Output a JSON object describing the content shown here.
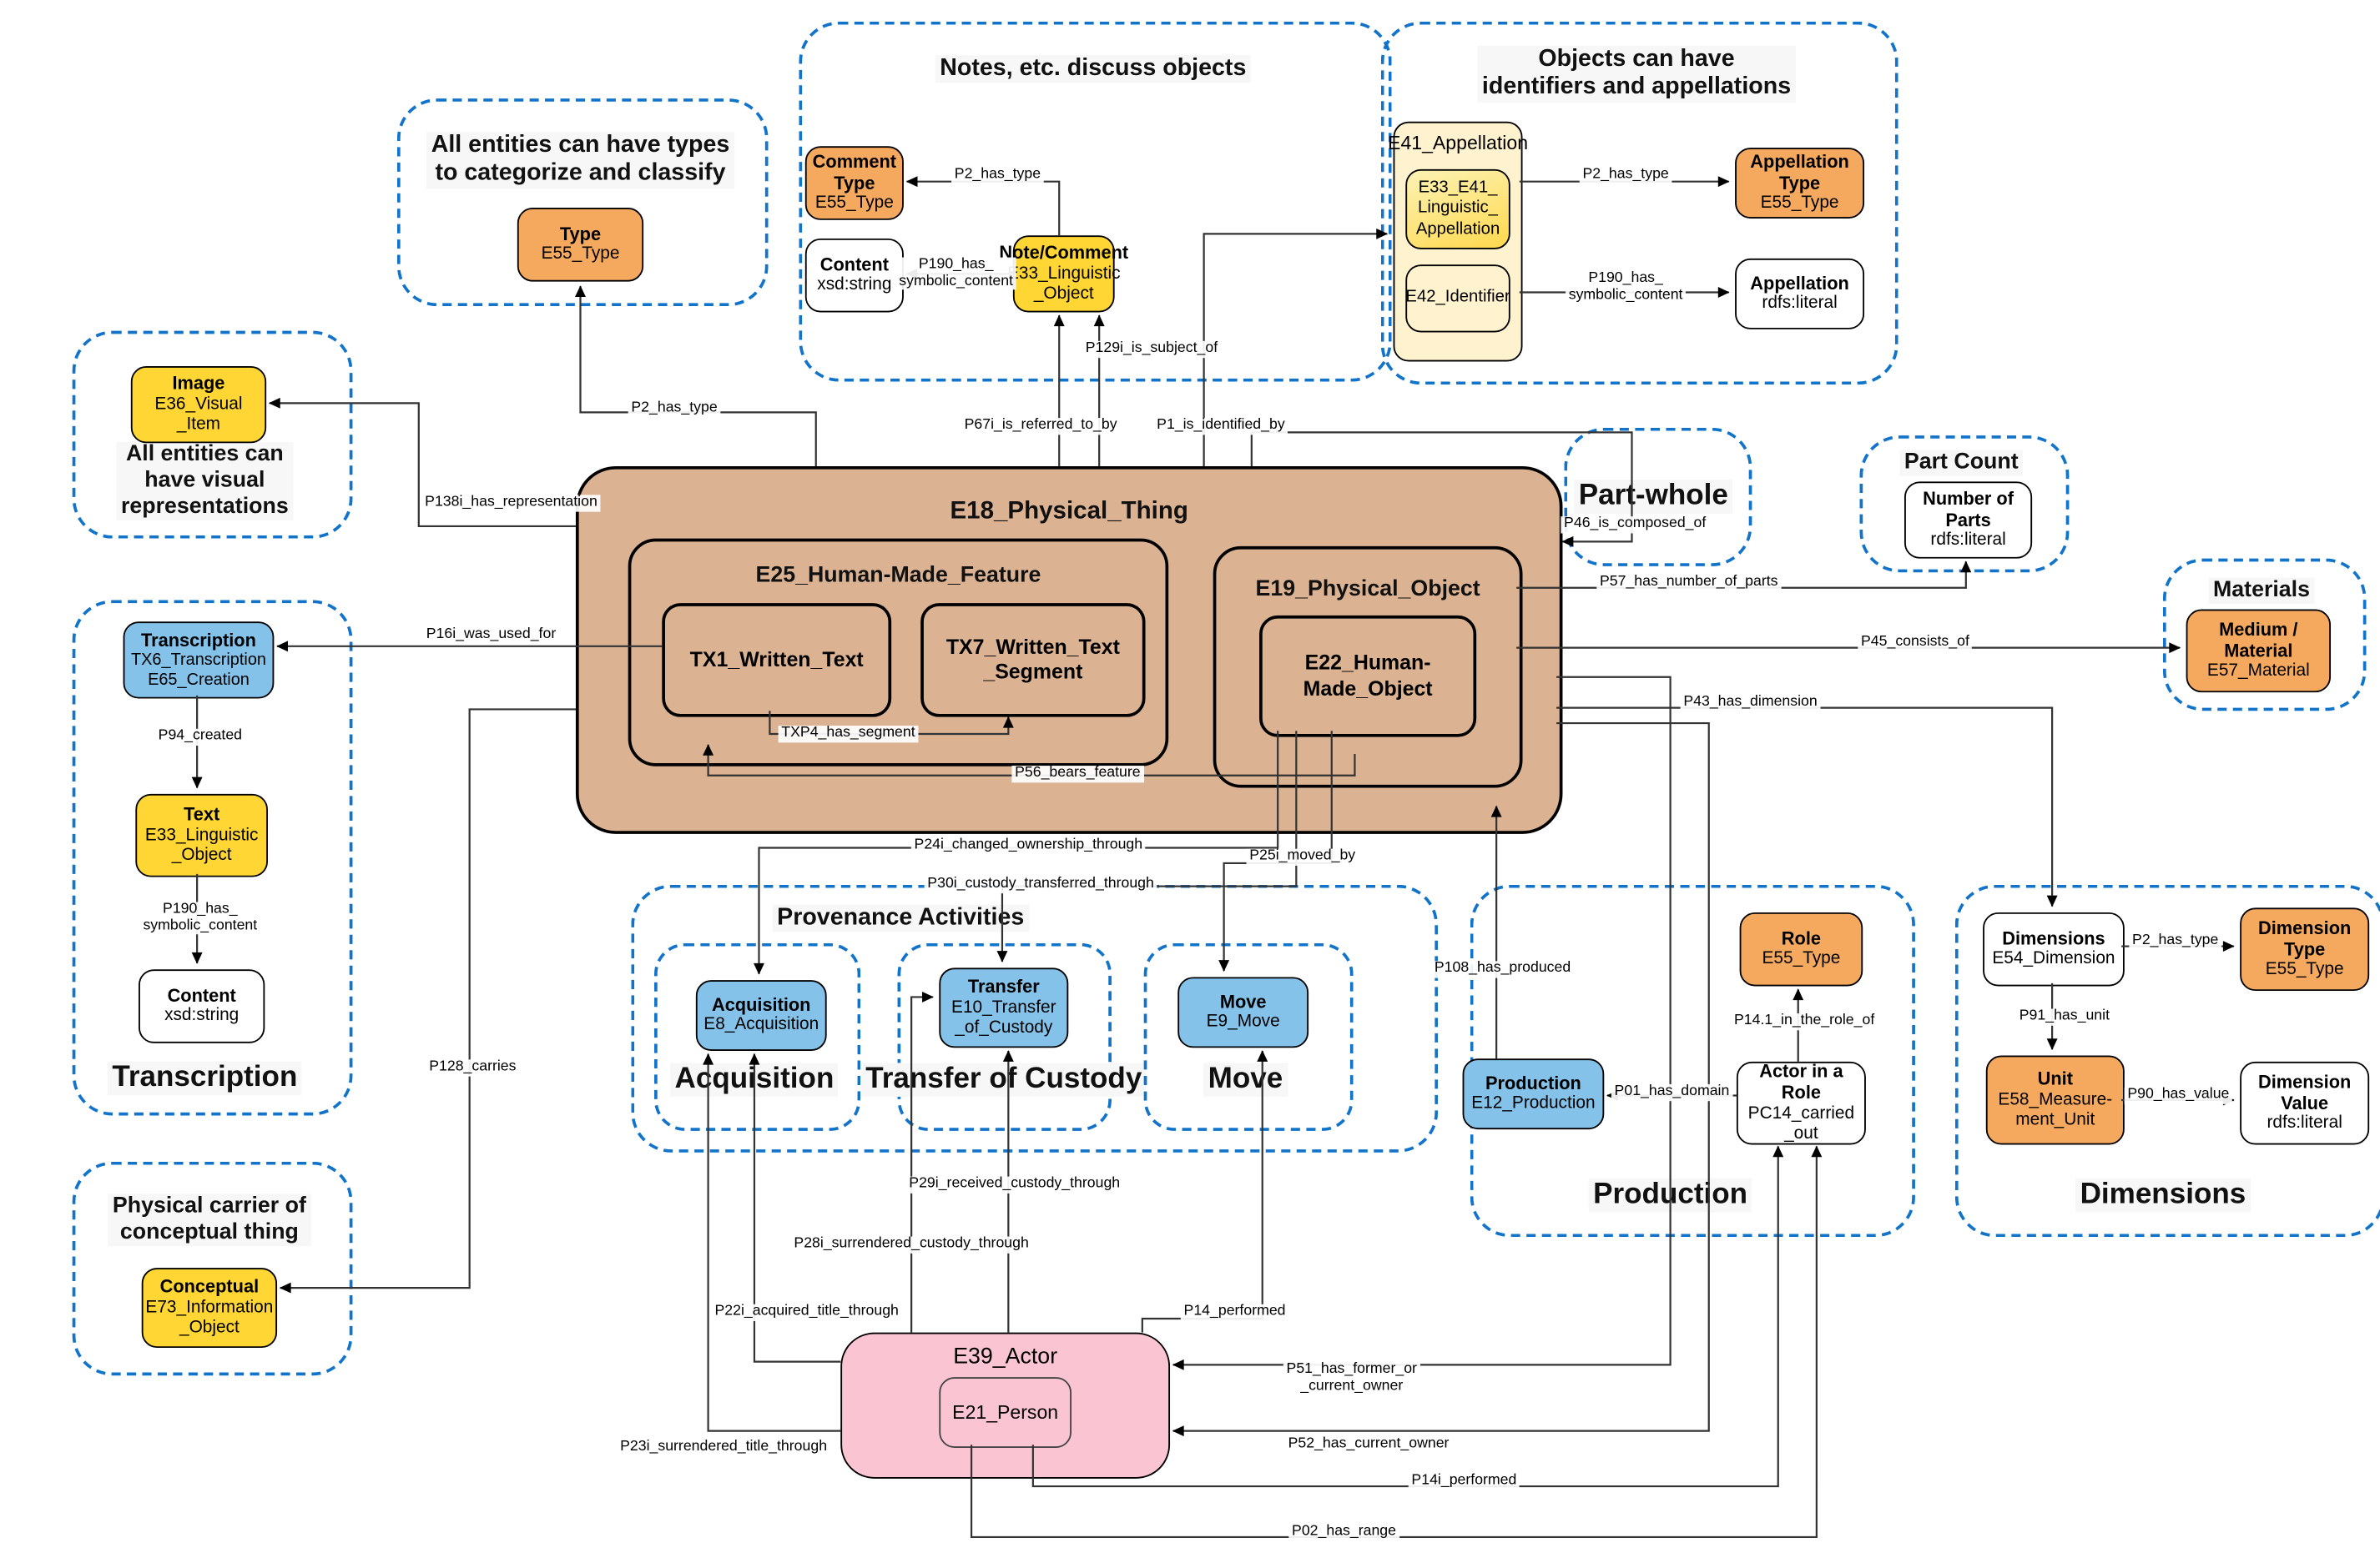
{
  "regions": {
    "types": {
      "title": "All entities can have types\nto categorize and classify"
    },
    "notes": {
      "title": "Notes, etc. discuss objects"
    },
    "identifiers": {
      "title": "Objects can have\nidentifiers and appellations"
    },
    "visual": {
      "title": "All entities can\nhave visual\nrepresentations"
    },
    "transcription": {
      "title": "Transcription"
    },
    "carrier": {
      "title": "Physical carrier of\nconceptual thing"
    },
    "provenance": {
      "title": "Provenance Activities"
    },
    "acquisition": {
      "title": "Acquisition"
    },
    "custody": {
      "title": "Transfer of Custody"
    },
    "move": {
      "title": "Move"
    },
    "production": {
      "title": "Production"
    },
    "dimensions": {
      "title": "Dimensions"
    },
    "partwhole": {
      "title": "Part-whole"
    },
    "partcount": {
      "title": "Part Count"
    },
    "materials": {
      "title": "Materials"
    }
  },
  "nodes": {
    "type": {
      "title": "Type",
      "sub": "E55_Type"
    },
    "comment_type": {
      "title": "Comment Type",
      "sub": "E55_Type"
    },
    "content_notes": {
      "title": "Content",
      "sub": "xsd:string"
    },
    "note": {
      "title": "Note/Comment",
      "sub": "E33_Linguistic\n_Object"
    },
    "e41": {
      "title": "E41_Appellation"
    },
    "e33e41": {
      "title": "E33_E41_\nLinguistic_\nAppellation"
    },
    "e42": {
      "title": "E42_Identifier"
    },
    "app_type": {
      "title": "Appellation\nType",
      "sub": "E55_Type"
    },
    "appellation": {
      "title": "Appellation",
      "sub": "rdfs:literal"
    },
    "image": {
      "title": "Image",
      "sub": "E36_Visual\n_Item"
    },
    "transcription": {
      "title": "Transcription",
      "sub": "TX6_Transcription\nE65_Creation"
    },
    "text": {
      "title": "Text",
      "sub": "E33_Linguistic\n_Object"
    },
    "content_left": {
      "title": "Content",
      "sub": "xsd:string"
    },
    "conceptual": {
      "title": "Conceptual",
      "sub": "E73_Information\n_Object"
    },
    "e18": {
      "title": "E18_Physical_Thing"
    },
    "e25": {
      "title": "E25_Human-Made_Feature"
    },
    "tx1": {
      "title": "TX1_Written_Text"
    },
    "tx7": {
      "title": "TX7_Written_Text\n_Segment"
    },
    "e19": {
      "title": "E19_Physical_Object"
    },
    "e22": {
      "title": "E22_Human-\nMade_Object"
    },
    "acquisition": {
      "title": "Acquisition",
      "sub": "E8_Acquisition"
    },
    "transfer": {
      "title": "Transfer",
      "sub": "E10_Transfer\n_of_Custody"
    },
    "move": {
      "title": "Move",
      "sub": "E9_Move"
    },
    "role": {
      "title": "Role",
      "sub": "E55_Type"
    },
    "production": {
      "title": "Production",
      "sub": "E12_Production"
    },
    "pc14": {
      "title": "Actor in a Role",
      "sub": "PC14_carried\n_out"
    },
    "dimensions": {
      "title": "Dimensions",
      "sub": "E54_Dimension"
    },
    "dim_type": {
      "title": "Dimension\nType",
      "sub": "E55_Type"
    },
    "unit": {
      "title": "Unit",
      "sub": "E58_Measure-\nment_Unit"
    },
    "dim_value": {
      "title": "Dimension\nValue",
      "sub": "rdfs:literal"
    },
    "material": {
      "title": "Medium /\nMaterial",
      "sub": "E57_Material"
    },
    "partcount_box": {
      "title": "Number of\nParts",
      "sub": "rdfs:literal"
    },
    "e39": {
      "title": "E39_Actor"
    },
    "e21": {
      "title": "E21_Person"
    }
  },
  "edges": {
    "p2_main": {
      "label": "P2_has_type"
    },
    "p138i": {
      "label": "P138i_has_representation"
    },
    "p16i": {
      "label": "P16i_was_used_for"
    },
    "p94": {
      "label": "P94_created"
    },
    "p190_left": {
      "label": "P190_has_\nsymbolic_content"
    },
    "p128": {
      "label": "P128_carries"
    },
    "p2_notes": {
      "label": "P2_has_type"
    },
    "p190_notes": {
      "label": "P190_has_\nsymbolic_content"
    },
    "p129i": {
      "label": "P129i_is_subject_of"
    },
    "p67i": {
      "label": "P67i_is_referred_to_by"
    },
    "p1": {
      "label": "P1_is_identified_by"
    },
    "p2_app": {
      "label": "P2_has_type"
    },
    "p190_app": {
      "label": "P190_has_\nsymbolic_content"
    },
    "p46": {
      "label": "P46_is_composed_of"
    },
    "p57": {
      "label": "P57_has_number_of_parts"
    },
    "p45": {
      "label": "P45_consists_of"
    },
    "p43": {
      "label": "P43_has_dimension"
    },
    "txp4": {
      "label": "TXP4_has_segment"
    },
    "p56": {
      "label": "P56_bears_feature"
    },
    "p24i": {
      "label": "P24i_changed_ownership_through"
    },
    "p30i": {
      "label": "P30i_custody_transferred_through"
    },
    "p25i": {
      "label": "P25i_moved_by"
    },
    "p108": {
      "label": "P108_has_produced"
    },
    "p141": {
      "label": "P14.1_in_the_role_of"
    },
    "p2_dim": {
      "label": "P2_has_type"
    },
    "p91": {
      "label": "P91_has_unit"
    },
    "p01": {
      "label": "P01_has_domain"
    },
    "p90": {
      "label": "P90_has_value"
    },
    "p29i": {
      "label": "P29i_received_custody_through"
    },
    "p28i": {
      "label": "P28i_surrendered_custody_through"
    },
    "p22i": {
      "label": "P22i_acquired_title_through"
    },
    "p14": {
      "label": "P14_performed"
    },
    "p51": {
      "label": "P51_has_former_or\n_current_owner"
    },
    "p23i": {
      "label": "P23i_surrendered_title_through"
    },
    "p52": {
      "label": "P52_has_current_owner"
    },
    "p14i": {
      "label": "P14i_performed"
    },
    "p02": {
      "label": "P02_has_range"
    }
  }
}
